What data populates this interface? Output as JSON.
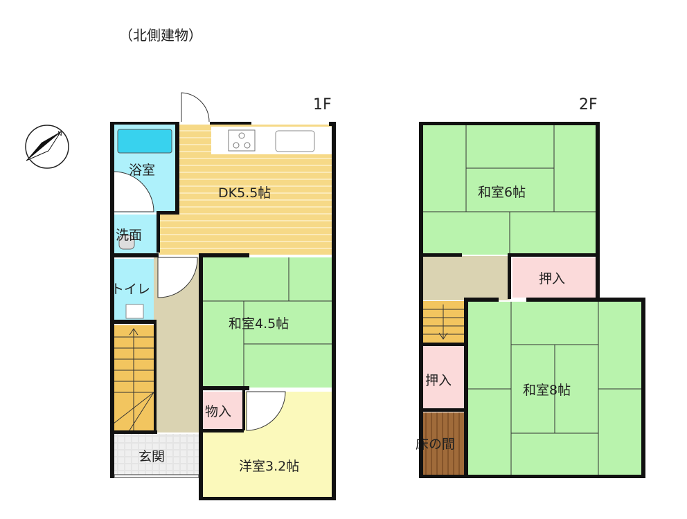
{
  "title": "（北側建物）",
  "compass": {
    "icon": "north-arrow-icon",
    "label": "N"
  },
  "floors": [
    {
      "label": "1F",
      "rooms": {
        "bath": "浴室",
        "washroom": "洗面",
        "dk": "DK5.5帖",
        "toilet": "トイレ",
        "washitsu": "和室4.5帖",
        "storage": "物入",
        "entrance": "玄関",
        "yoshitsu": "洋室3.2帖"
      }
    },
    {
      "label": "2F",
      "rooms": {
        "washitsu6": "和室6帖",
        "closet_top": "押入",
        "closet_left": "押入",
        "tokonoma": "床の間",
        "washitsu8": "和室8帖"
      }
    }
  ],
  "colors": {
    "tatami": "#b9f3ad",
    "bath": "#aef1fb",
    "flooring": "#f6d987",
    "hall": "#dad3b2",
    "closet": "#fbdada",
    "yoshitsu": "#fbf9bb",
    "stairs": "#f2c55f",
    "tokonoma": "#a06b3a",
    "entrance": "#e6e6e6"
  }
}
